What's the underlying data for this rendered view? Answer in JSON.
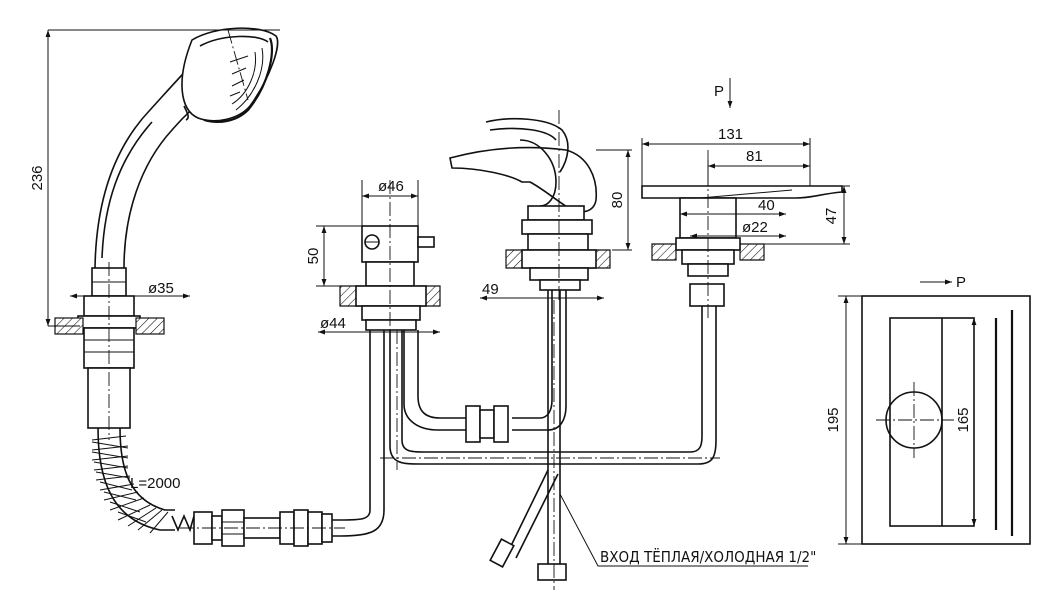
{
  "dimensions": {
    "shower_height": "236",
    "shower_dia": "ø35",
    "hose_length": "L=2000",
    "diverter_width": "ø46",
    "diverter_height": "50",
    "diverter_base": "ø44",
    "mixer_height": "80",
    "mixer_offset": "49",
    "spout_length": "131",
    "spout_reach": "81",
    "spout_body": "40",
    "spout_dia": "ø22",
    "spout_height": "47",
    "plate_height": "195",
    "plate_inner": "165"
  },
  "labels": {
    "pressure_top": "P",
    "pressure_side": "P",
    "inlet_note": "ВХОД ТЁПЛАЯ/ХОЛОДНАЯ 1/2\""
  }
}
